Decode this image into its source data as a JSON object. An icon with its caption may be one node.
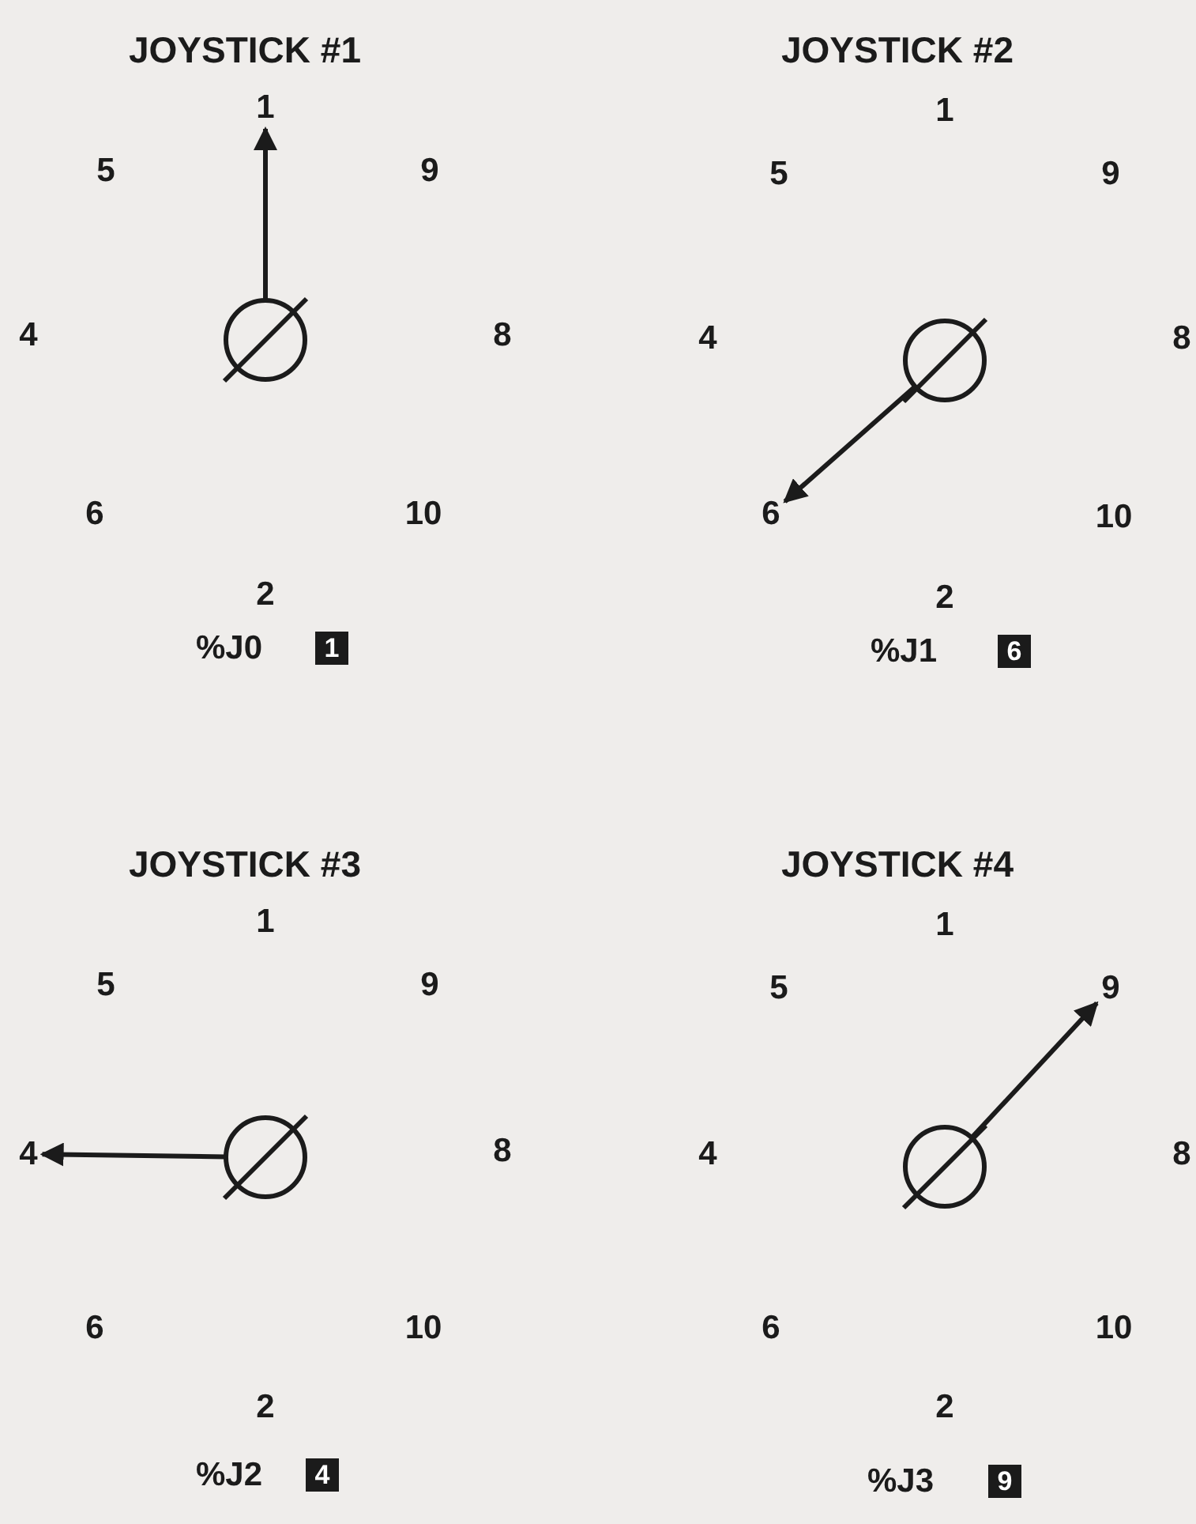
{
  "diagram": {
    "nodes": [
      {
        "text": [
          "1"
        ]
      },
      {
        "text": [],
        "shape": "circle"
      },
      {
        "text": [
          "1"
        ]
      },
      {
        "text": [],
        "shape": "circle"
      },
      {
        "text": [
          "6"
        ]
      },
      {
        "text": [
          "6"
        ]
      },
      {
        "text": [
          "4"
        ]
      },
      {
        "text": [],
        "shape": "circle"
      },
      {
        "text": [
          "4"
        ]
      },
      {
        "text": [
          "9"
        ]
      },
      {
        "text": [],
        "shape": "circle"
      },
      {
        "text": [
          "9"
        ]
      }
    ],
    "edges": [
      {
        "from": 1,
        "to": 0,
        "arrow": "to"
      },
      {
        "from": 3,
        "to": 4,
        "arrow": "to"
      },
      {
        "from": 7,
        "to": 6,
        "arrow": "to"
      },
      {
        "from": 10,
        "to": 9,
        "arrow": "to"
      }
    ],
    "labels": [
      "JOYSTICK #1",
      "5",
      "9",
      "4",
      "8",
      "6",
      "10",
      "2",
      "%J0",
      "JOYSTICK #2",
      "1",
      "5",
      "9",
      "4",
      "8",
      "10",
      "2",
      "%J1",
      "JOYSTICK #3",
      "1",
      "5",
      "9",
      "8",
      "6",
      "10",
      "2",
      "%J2",
      "JOYSTICK #4",
      "1",
      "5",
      "4",
      "8",
      "6",
      "10",
      "2",
      "%J3"
    ]
  }
}
